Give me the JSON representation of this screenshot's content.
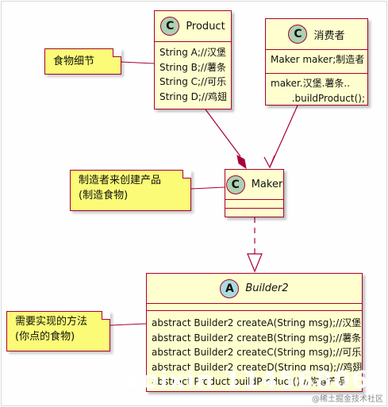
{
  "classes": {
    "product": {
      "stereotype": "C",
      "name": "Product",
      "fields": [
        "String  A;//汉堡",
        "String  B;//薯条",
        "String  C;//可乐",
        "String  D;//鸡翅"
      ]
    },
    "consumer": {
      "stereotype": "C",
      "name": "消费者",
      "fields": [
        "Maker maker;制造者"
      ],
      "methods": [
        "maker.汉堡.薯条..",
        "       .buildProduct();"
      ]
    },
    "maker": {
      "stereotype": "C",
      "name": "Maker"
    },
    "builder": {
      "stereotype": "A",
      "name": "Builder2",
      "methods": [
        "abstract Builder2 createA(String msg);//汉堡",
        "abstract Builder2 createB(String msg);//薯条",
        "abstract Builder2 createC(String msg);//可乐",
        "abstract Builder2 createD(String msg);//鸡翅",
        "abstract Product buildProduct();//构建产品"
      ]
    }
  },
  "notes": {
    "food": [
      "食物细节"
    ],
    "maker": [
      "制造者来创建产品",
      "(制造食物)"
    ],
    "builder": [
      "需要实现的方法",
      "(你点的食物)"
    ]
  },
  "colors": {
    "class_fill": "#fefece",
    "class_border": "#a80036",
    "note_fill": "#fbfb77",
    "class_badge": "#add1b2",
    "abstract_badge": "#a9dcdf"
  },
  "watermark": "Voixin 11456806",
  "site_tag": "@稀土掘金技术社区"
}
